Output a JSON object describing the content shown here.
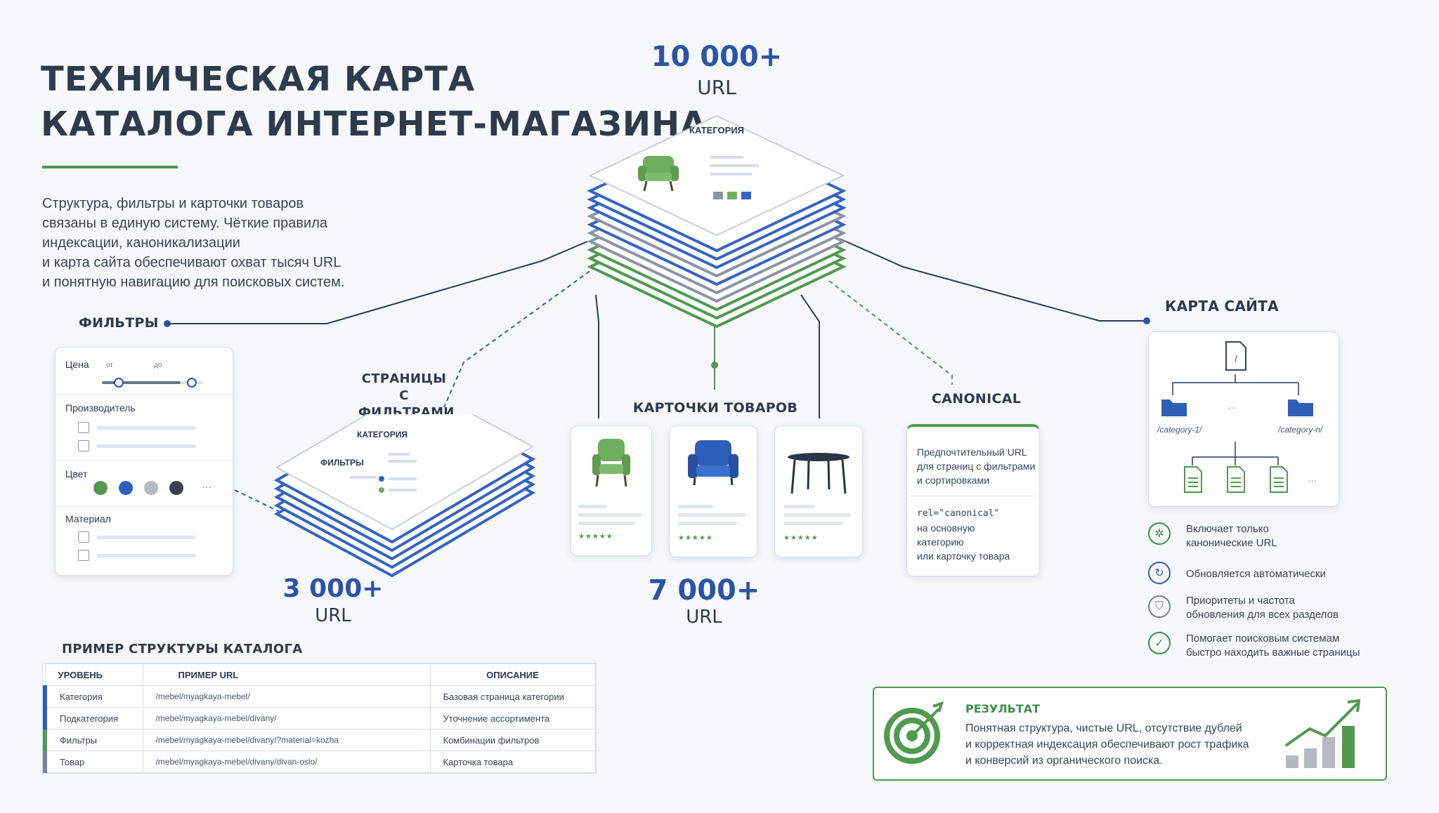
{
  "title": {
    "line1": "ТЕХНИЧЕСКАЯ КАРТА",
    "line2": "КАТАЛОГА ИНТЕРНЕТ-МАГАЗИНА"
  },
  "intro": [
    "Структура, фильтры и карточки товаров",
    "связаны в единую систему. Чёткие правила",
    "индексации, каноникализации",
    "и карта сайта обеспечивают охват тысяч URL",
    "и понятную навигацию для поисковых систем."
  ],
  "hub": {
    "count": "10 000+",
    "unit": "URL",
    "card_label": "КАТЕГОРИЯ"
  },
  "filters": {
    "heading": "ФИЛЬТРЫ",
    "price": "Цена",
    "from": "от",
    "to": "до",
    "manufacturer": "Производитель",
    "color": "Цвет",
    "color_more": "···",
    "material": "Материал",
    "colors": [
      "#4f9a4f",
      "#2e5fb8",
      "#b4b9c2",
      "#3a4150"
    ]
  },
  "filter_pages": {
    "label1": "СТРАНИЦЫ",
    "label2": "С ФИЛЬТРАМИ",
    "card_category": "КАТЕГОРИЯ",
    "card_filters": "ФИЛЬТРЫ",
    "count": "3 000+",
    "unit": "URL"
  },
  "products": {
    "label": "КАРТОЧКИ ТОВАРОВ",
    "count": "7 000+",
    "unit": "URL",
    "stars": "★★★★★"
  },
  "canonical": {
    "label": "CANONICAL",
    "text1": [
      "Предпочтительный URL",
      "для страниц с фильтрами",
      "и сортировками"
    ],
    "text2": [
      "rel=\"canonical\"",
      "на основную",
      "категорию",
      "или карточку товара"
    ]
  },
  "sitemap": {
    "label": "КАРТА САЙТА",
    "root": "/",
    "cat1": "/category-1/",
    "catn": "/category-n/",
    "more": "···",
    "items": [
      {
        "icon": "wheel-icon",
        "color": "#3f8f4a",
        "lines": [
          "Включает только",
          "канонические URL"
        ]
      },
      {
        "icon": "refresh-icon",
        "color": "#2e5fb8",
        "lines": [
          "Обновляется автоматически"
        ]
      },
      {
        "icon": "shield-icon",
        "color": "#7a8394",
        "lines": [
          "Приоритеты и частота",
          "обновления для всех разделов"
        ]
      },
      {
        "icon": "check-icon",
        "color": "#3f8f4a",
        "lines": [
          "Помогает поисковым системам",
          "быстро находить важные страницы"
        ]
      }
    ]
  },
  "structure": {
    "heading": "ПРИМЕР СТРУКТУРЫ КАТАЛОГА",
    "columns": [
      "УРОВЕНЬ",
      "ПРИМЕР URL",
      "ОПИСАНИЕ"
    ],
    "rows": [
      {
        "color": "#2e5fb8",
        "level": "Категория",
        "url": "/mebel/myagkaya-mebel/",
        "desc": "Базовая страница категории"
      },
      {
        "color": "#2e5fb8",
        "level": "Подкатегория",
        "url": "/mebel/myagkaya-mebel/divany/",
        "desc": "Уточнение ассортимента"
      },
      {
        "color": "#4f9a4f",
        "level": "Фильтры",
        "url": "/mebel/myagkaya-mebel/divany/?material=kozha",
        "desc": "Комбинации фильтров"
      },
      {
        "color": "#7a8394",
        "level": "Товар",
        "url": "/mebel/myagkaya-mebel/divany/divan-oslo/",
        "desc": "Карточка товара"
      }
    ]
  },
  "result": {
    "heading": "РЕЗУЛЬТАТ",
    "lines": [
      "Понятная структура, чистые URL, отсутствие дублей",
      "и корректная индексация обеспечивают рост трафика",
      "и конверсий из органического поиска."
    ]
  }
}
